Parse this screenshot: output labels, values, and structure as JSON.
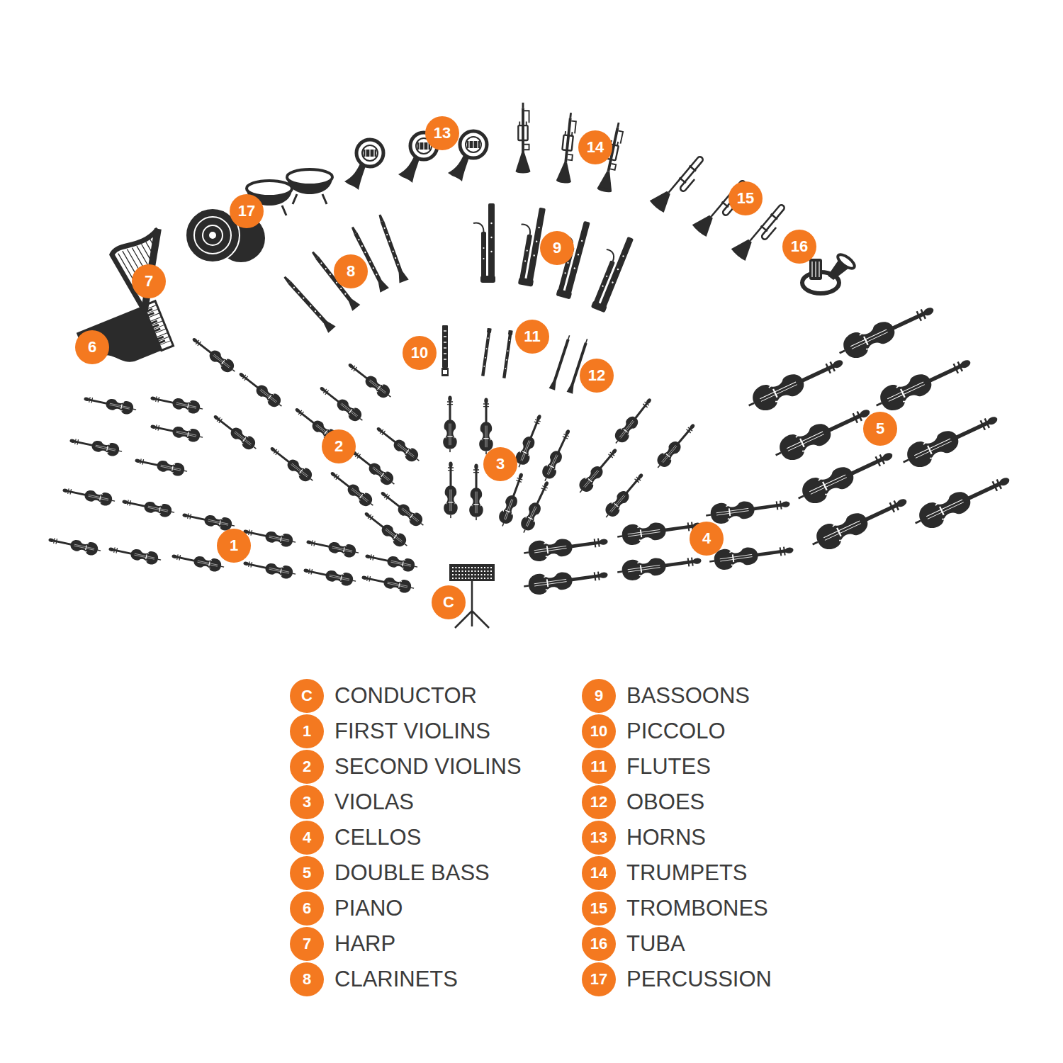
{
  "diagram": {
    "nodes": [
      {
        "text": [
          "C"
        ]
      },
      {
        "text": [
          "1"
        ]
      },
      {
        "text": [
          "2"
        ]
      },
      {
        "text": [
          "3"
        ]
      },
      {
        "text": [
          "4"
        ]
      },
      {
        "text": [
          "5"
        ]
      },
      {
        "text": [
          "6"
        ]
      },
      {
        "text": [
          "7"
        ]
      },
      {
        "text": [
          "8"
        ]
      },
      {
        "text": [
          "9"
        ]
      },
      {
        "text": [
          "10"
        ]
      },
      {
        "text": [
          "11"
        ]
      },
      {
        "text": [
          "12"
        ]
      },
      {
        "text": [
          "13"
        ]
      },
      {
        "text": [
          "14"
        ]
      },
      {
        "text": [
          "15"
        ]
      },
      {
        "text": [
          "16"
        ]
      },
      {
        "text": [
          "17"
        ]
      },
      {
        "text": [
          "C",
          "CONDUCTOR"
        ]
      },
      {
        "text": [
          "1",
          "FIRST VIOLINS"
        ]
      },
      {
        "text": [
          "2",
          "SECOND VIOLINS"
        ]
      },
      {
        "text": [
          "3",
          "VIOLAS"
        ]
      },
      {
        "text": [
          "4",
          "CELLOS"
        ]
      },
      {
        "text": [
          "5",
          "DOUBLE BASS"
        ]
      },
      {
        "text": [
          "6",
          "PIANO"
        ]
      },
      {
        "text": [
          "7",
          "HARP"
        ]
      },
      {
        "text": [
          "8",
          "CLARINETS"
        ]
      },
      {
        "text": [
          "9",
          "BASSOONS"
        ]
      },
      {
        "text": [
          "10",
          "PICCOLO"
        ]
      },
      {
        "text": [
          "11",
          "FLUTES"
        ]
      },
      {
        "text": [
          "12",
          "OBOES"
        ]
      },
      {
        "text": [
          "13",
          "HORNS"
        ]
      },
      {
        "text": [
          "14",
          "TRUMPETS"
        ]
      },
      {
        "text": [
          "15",
          "TROMBONES"
        ]
      },
      {
        "text": [
          "16",
          "TUBA"
        ]
      },
      {
        "text": [
          "17",
          "PERCUSSION"
        ]
      }
    ]
  }
}
